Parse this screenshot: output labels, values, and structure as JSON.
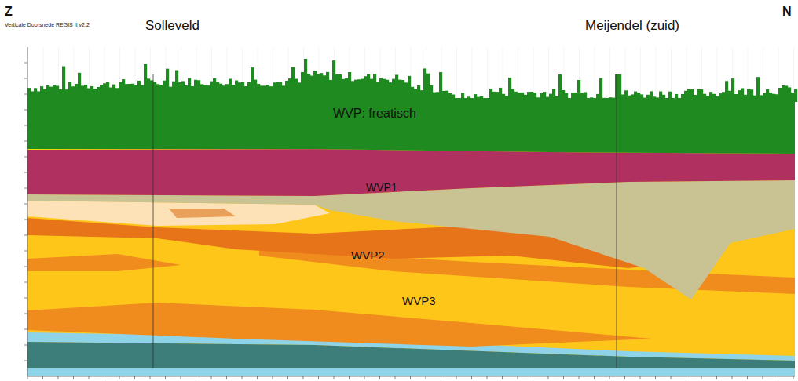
{
  "diagram": {
    "labels": [
      "Z",
      "N",
      "Verticale Doorsnede REGIS II v2.2",
      "Solleveld",
      "Meijendel (zuid)",
      "WVP: freatisch",
      "WVP1",
      "WVP2",
      "WVP3"
    ]
  }
}
